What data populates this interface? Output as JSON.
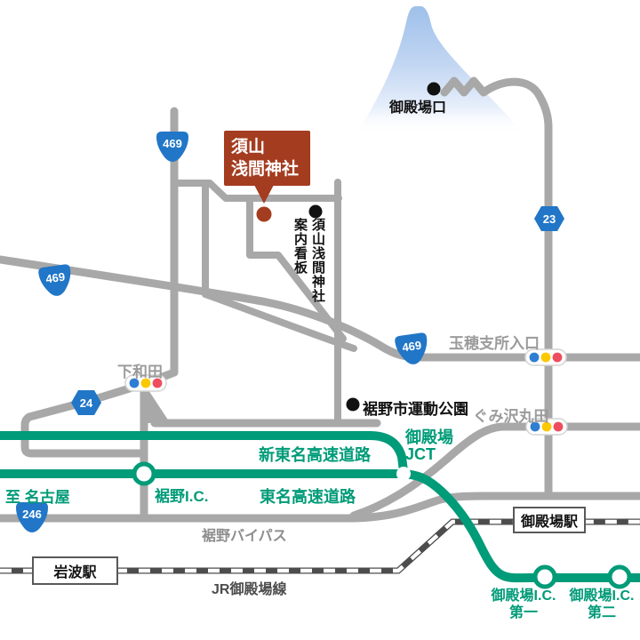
{
  "labels": {
    "trailhead": "御殿場口",
    "shrine_callout_line1": "須山",
    "shrine_callout_line2": "浅間神社",
    "signboard_line1": "須山浅間神社",
    "signboard_line2": "案内看板",
    "tamaho_intersection": "玉穂支所入口",
    "shimowada_intersection": "下和田",
    "gumisawa_intersection": "ぐみ沢丸田",
    "sports_park": "裾野市運動公園",
    "gotemba_jct_line1": "御殿場",
    "gotemba_jct_line2": "JCT",
    "shintomei_expressway": "新東名高速道路",
    "tomei_expressway": "東名高速道路",
    "susono_ic": "裾野I.C.",
    "to_nagoya": "至 名古屋",
    "susono_bypass": "裾野バイパス",
    "jr_gotemba_line": "JR御殿場線",
    "iwanami_station": "岩波駅",
    "gotemba_station": "御殿場駅",
    "gotemba_ic1_line1": "御殿場I.C.",
    "gotemba_ic1_line2": "第一",
    "gotemba_ic2_line1": "御殿場I.C.",
    "gotemba_ic2_line2": "第二"
  },
  "route_shields": {
    "national_469": "469",
    "national_246": "246",
    "prefectural_23": "23",
    "prefectural_24": "24"
  },
  "colors": {
    "expressway_teal": "#009b78",
    "road_gray": "#a8a8a8",
    "shield_blue": "#2176c7",
    "shrine_red": "#a43c20",
    "rail_dark": "#4d4d4d",
    "signal_blue": "#2e7ed2",
    "signal_yellow": "#fcc800",
    "signal_red": "#ee4d5e",
    "fuji_blue": "#9ec0ea"
  }
}
